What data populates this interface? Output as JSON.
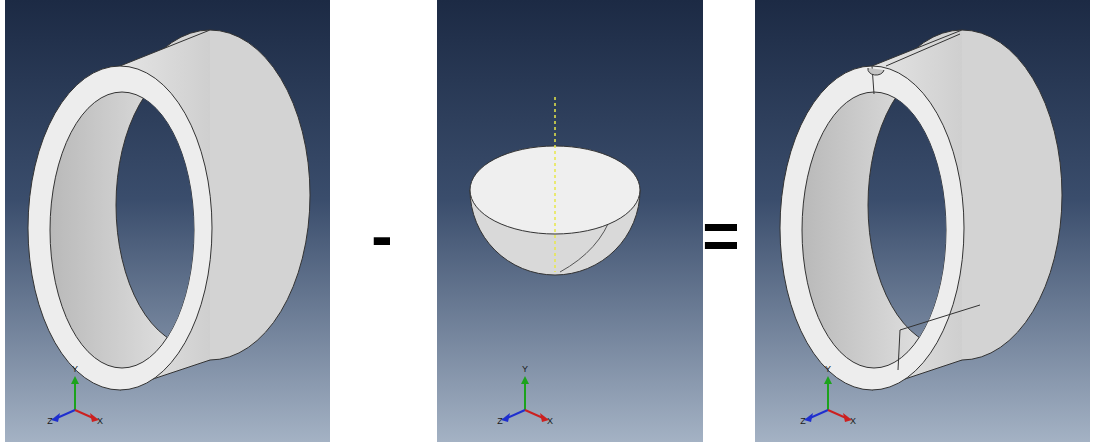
{
  "diagram": {
    "labels": [
      "-",
      "=",
      "Y",
      "Z",
      "X",
      "Y",
      "Z",
      "X",
      "Y",
      "Z",
      "X"
    ]
  }
}
